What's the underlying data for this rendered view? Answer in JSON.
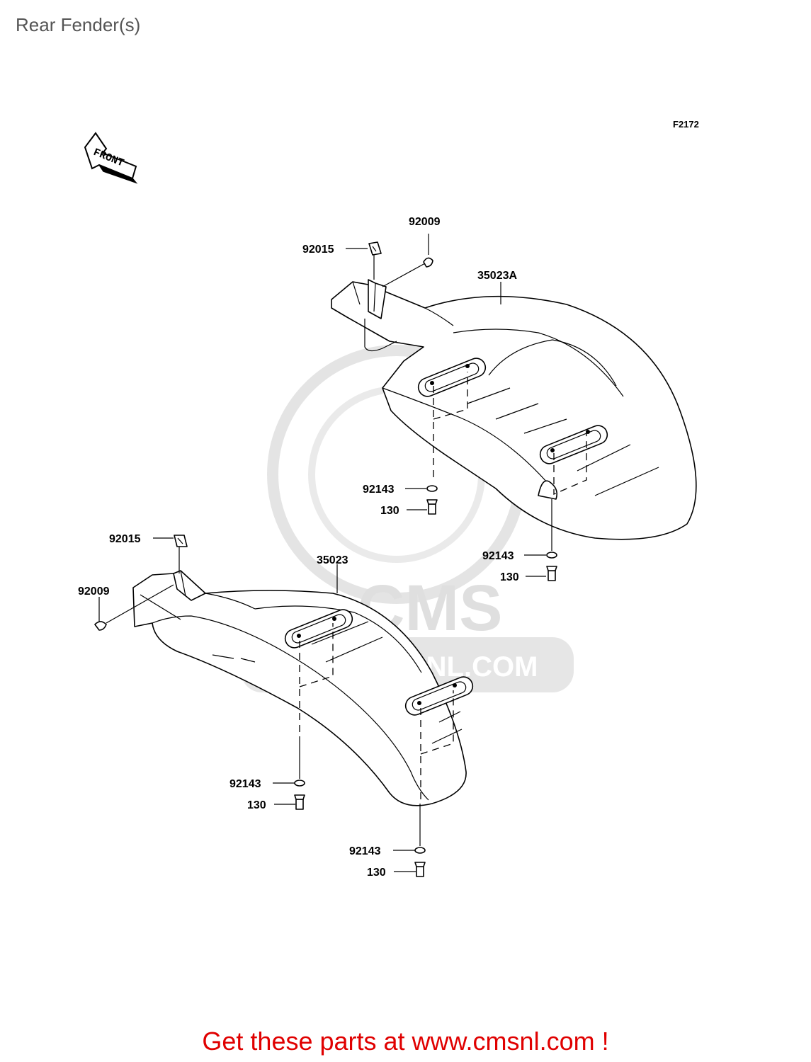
{
  "title": "Rear Fender(s)",
  "figure_code": "F2172",
  "front_arrow_label": "FRONT",
  "watermark": {
    "brand": "CMS",
    "url": "WWW.CMSNL.COM"
  },
  "callouts": {
    "upper_fender": {
      "fender": "35023A",
      "clip": "92015",
      "screw": "92009",
      "front_washer": "92143",
      "front_bolt": "130",
      "rear_washer": "92143",
      "rear_bolt": "130"
    },
    "lower_fender": {
      "fender": "35023",
      "clip": "92015",
      "screw": "92009",
      "front_washer": "92143",
      "front_bolt": "130",
      "rear_washer": "92143",
      "rear_bolt": "130"
    }
  },
  "promo_text": "Get these parts at www.cmsnl.com !",
  "colors": {
    "title": "#555555",
    "promo": "#e00000",
    "watermark": "#dcdcdc"
  }
}
